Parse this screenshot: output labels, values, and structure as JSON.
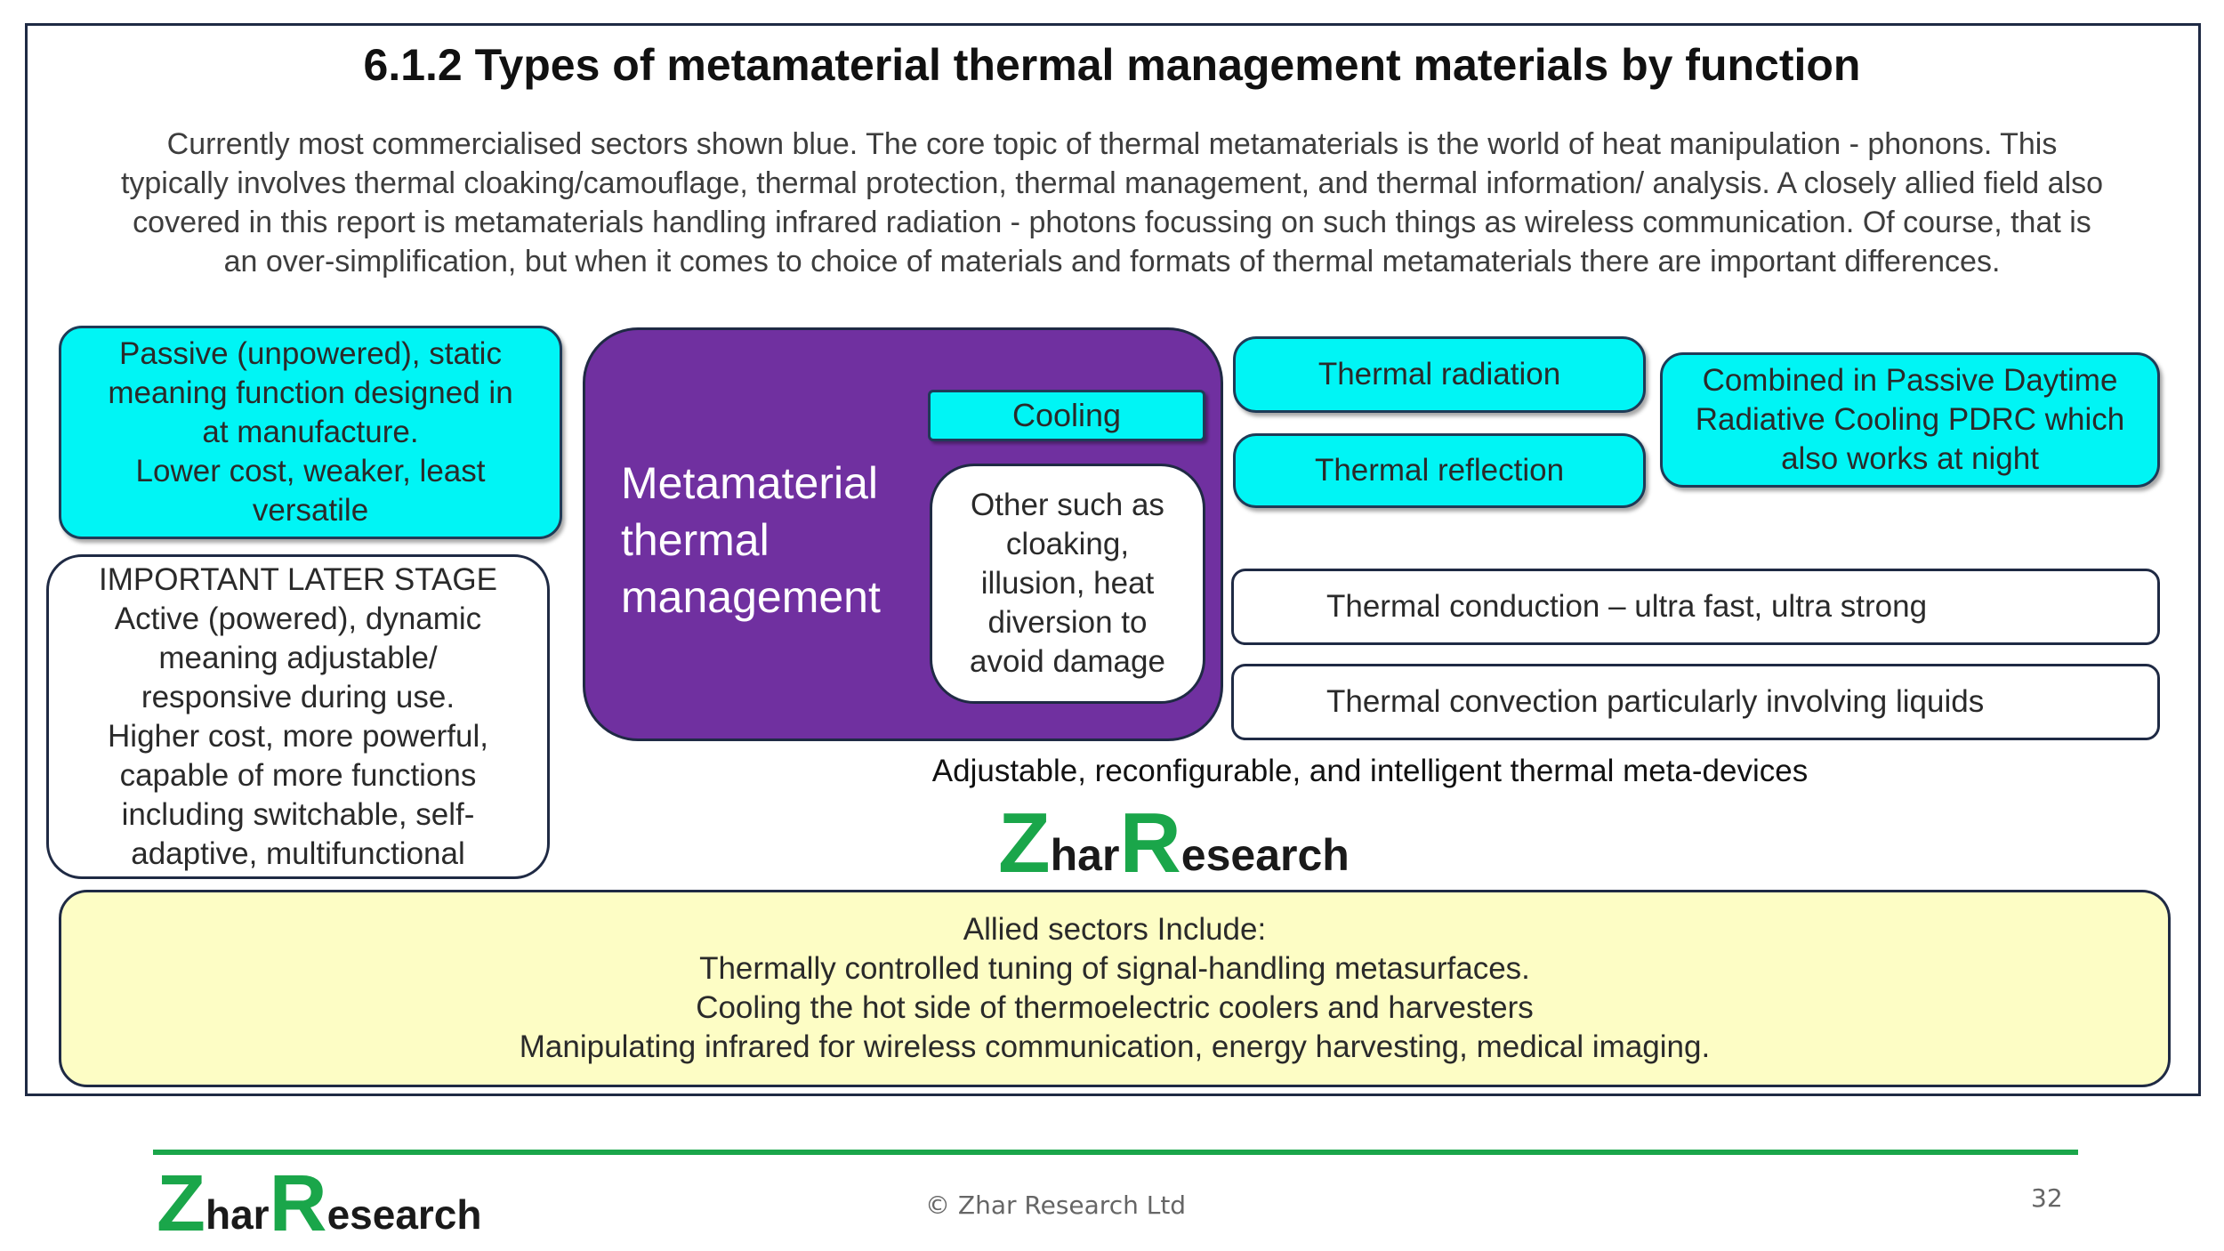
{
  "title": "6.1.2 Types of metamaterial thermal management materials by function",
  "intro_lines": [
    "Currently most commercialised sectors shown blue. The core topic of thermal metamaterials is the world of heat manipulation - phonons. This",
    "typically involves thermal cloaking/camouflage, thermal protection, thermal management, and thermal information/ analysis. A closely allied field also",
    "covered in this report is metamaterials handling infrared radiation - photons focussing on such things as wireless communication. Of course, that is",
    "an over-simplification, but when it comes to choice of materials and formats of thermal metamaterials there are important differences."
  ],
  "passive_box": [
    "Passive (unpowered), static",
    "meaning function designed in",
    "at manufacture.",
    "Lower cost, weaker, least",
    "versatile"
  ],
  "active_box": [
    "IMPORTANT LATER STAGE",
    "Active (powered), dynamic",
    "meaning adjustable/",
    "responsive during use.",
    "Higher cost, more powerful,",
    "capable of more functions",
    "including switchable, self-",
    "adaptive, multifunctional"
  ],
  "center": {
    "label": "Metamaterial\nthermal\nmanagement",
    "cooling": "Cooling",
    "other": [
      "Other such as",
      "cloaking,",
      "illusion, heat",
      "diversion to",
      "avoid damage"
    ]
  },
  "right": {
    "thermal_radiation": "Thermal radiation",
    "thermal_reflection": "Thermal reflection",
    "pdrc": [
      "Combined in Passive Daytime",
      "Radiative Cooling PDRC which",
      "also works at night"
    ],
    "conduction": "Thermal conduction – ultra fast, ultra strong",
    "convection": "Thermal convection particularly involving liquids"
  },
  "caption": "Adjustable, reconfigurable, and intelligent thermal meta-devices",
  "logo": {
    "z": "Z",
    "har": "har",
    "r": "R",
    "esearch": "esearch"
  },
  "allied": [
    "Allied sectors Include:",
    "Thermally controlled tuning of signal-handling metasurfaces.",
    "Cooling the hot side of thermoelectric coolers and harvesters",
    "Manipulating infrared for wireless communication, energy harvesting, medical imaging."
  ],
  "footer": {
    "copyright": "© Zhar Research Ltd",
    "page": "32"
  },
  "colors": {
    "cyan": "#00f5f5",
    "purple": "#7030a0",
    "yellow": "#fdfdc5",
    "green": "#1aa64a"
  }
}
